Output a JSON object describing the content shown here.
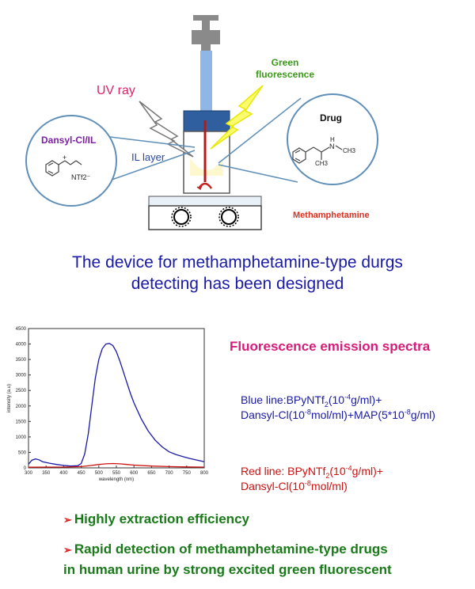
{
  "diagram": {
    "uv_label": "UV ray",
    "green_label_line1": "Green",
    "green_label_line2": "fluorescence",
    "il_layer_label": "IL layer",
    "left_circle_title": "Dansyl-Cl/IL",
    "left_circle_anion": "NTf2⁻",
    "left_circle_plus": "+",
    "right_circle_title": "Drug",
    "right_circle_nh": "N",
    "right_circle_h": "H",
    "right_circle_ch3_a": "CH3",
    "right_circle_ch3_b": "CH3",
    "drug_name": "Methamphetamine",
    "colors": {
      "device_blue": "#2f5f9e",
      "inner_red": "#b31b1b",
      "callout_line": "#5f8fb8",
      "bolt": "#f2f200",
      "purple": "#7b1fa2",
      "red_label": "#e03020"
    }
  },
  "caption": {
    "line1": "The device for methamphetamine-type durgs",
    "line2": "detecting has been designed"
  },
  "spectra": {
    "title": "Fluorescence emission spectra",
    "blue_legend": {
      "text1": "Blue line:BPyNTf",
      "sub1": "2",
      "text2": "(10",
      "sup1": "-4",
      "text3": "g/ml)+",
      "text4": "Dansyl-Cl(10",
      "sup2": "-8",
      "text5": "mol/ml)+MAP(5*10",
      "sup3": "-8",
      "text6": "g/ml)"
    },
    "red_legend": {
      "text1": "Red line: BPyNTf",
      "sub1": "2",
      "text2": "(10",
      "sup1": "-4",
      "text3": "g/ml)+",
      "text4": "Dansyl-Cl(10",
      "sup2": "-8",
      "text5": "mol/ml)"
    }
  },
  "bullets": {
    "arrow": "➢",
    "b1": "Highly extraction efficiency",
    "b2_line1": "Rapid detection of methamphetamine-type drugs",
    "b2_line2": "in human urine by strong excited green fluorescent"
  },
  "chart_data": {
    "type": "line",
    "xlabel": "wavelength (nm)",
    "ylabel": "intensity (a.u)",
    "xlim": [
      300,
      800
    ],
    "ylim": [
      0,
      4500
    ],
    "xticks": [
      300,
      350,
      400,
      450,
      500,
      550,
      600,
      650,
      700,
      750,
      800
    ],
    "yticks": [
      0,
      500,
      1000,
      1500,
      2000,
      2500,
      3000,
      3500,
      4000,
      4500
    ],
    "grid": false,
    "series": [
      {
        "color": "#1a1aa8",
        "x": [
          300,
          310,
          320,
          330,
          340,
          360,
          380,
          400,
          420,
          440,
          450,
          460,
          470,
          480,
          490,
          500,
          510,
          520,
          530,
          540,
          550,
          560,
          570,
          580,
          590,
          600,
          620,
          640,
          660,
          680,
          700,
          720,
          740,
          760,
          780,
          800
        ],
        "y": [
          120,
          250,
          290,
          260,
          200,
          150,
          110,
          80,
          60,
          70,
          140,
          450,
          1100,
          2000,
          2900,
          3500,
          3850,
          4000,
          4020,
          3950,
          3750,
          3450,
          3100,
          2750,
          2400,
          2100,
          1600,
          1200,
          900,
          680,
          520,
          430,
          360,
          300,
          250,
          200
        ]
      },
      {
        "color": "#cc1111",
        "x": [
          300,
          350,
          400,
          450,
          480,
          500,
          520,
          540,
          560,
          580,
          600,
          650,
          700,
          750,
          800
        ],
        "y": [
          20,
          25,
          25,
          40,
          80,
          110,
          130,
          140,
          130,
          110,
          90,
          60,
          40,
          30,
          25
        ]
      }
    ]
  }
}
